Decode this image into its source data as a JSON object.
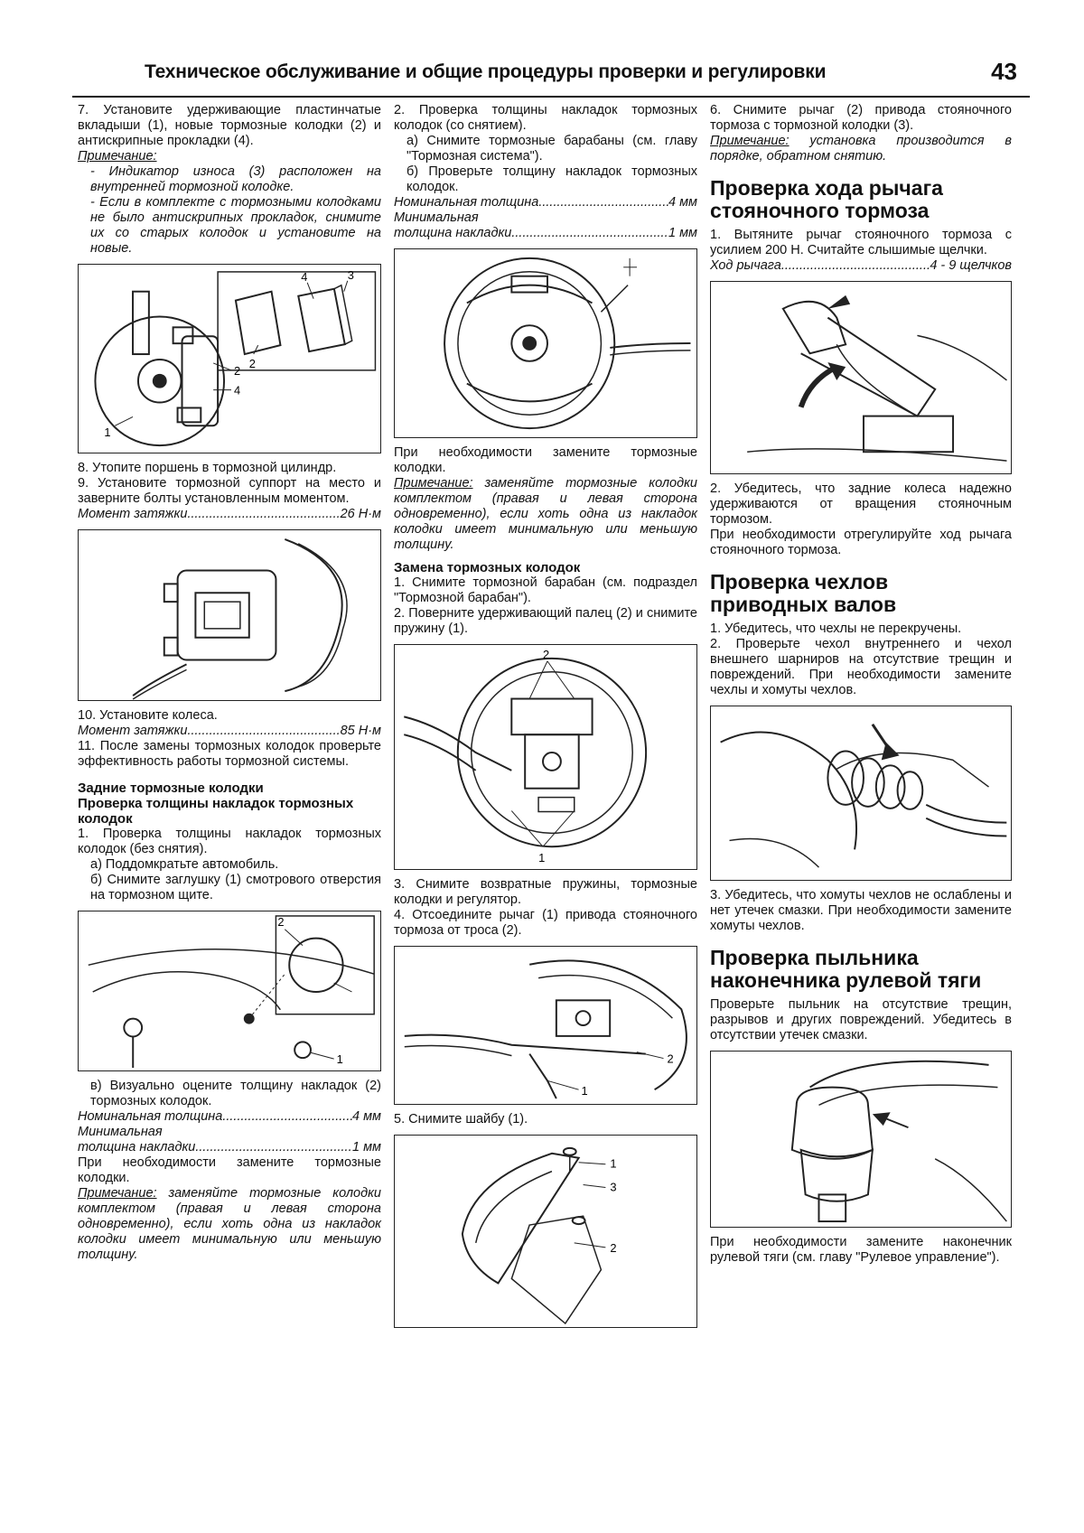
{
  "header": {
    "title": "Техническое обслуживание и общие процедуры проверки и регулировки",
    "page_number": "43"
  },
  "col1": {
    "p7": "7. Установите удерживающие пластинчатые вкладыши (1), новые тормозные колодки (2) и антискрипные прокладки (4).",
    "note_label": "Примечание:",
    "note_1": "- Индикатор износа (3) расположен на внутренней тормозной колодке.",
    "note_2": "- Если в комплекте с тормозными колодками не было антискрипных прокладок, снимите их со старых колодок и установите на новые.",
    "fig1_labels": [
      "4",
      "3",
      "2",
      "2",
      "4",
      "1"
    ],
    "p8": "8. Утопите поршень в тормозной цилиндр.",
    "p9": "9. Установите тормозной суппорт на место и заверните болты установленным моментом.",
    "spec1_label": "Момент затяжки",
    "spec1_value": "26 Н·м",
    "p10": "10. Установите колеса.",
    "spec2_label": "Момент затяжки",
    "spec2_value": "85 Н·м",
    "p11": "11. После замены тормозных колодок проверьте эффективность работы тормозной системы.",
    "h_rear": "Задние тормозные колодки",
    "h_check": "Проверка толщины накладок тормозных колодок",
    "p_check1": "1. Проверка толщины накладок тормозных колодок (без снятия).",
    "p_check1a": "а) Поддомкратьте автомобиль.",
    "p_check1b": "б) Снимите заглушку (1) смотрового отверстия на тормозном щите.",
    "fig3_labels": [
      "2",
      "1"
    ],
    "p_check1c": "в) Визуально оцените толщину накладок (2) тормозных колодок.",
    "spec3_label": "Номинальная толщина",
    "spec3_value": "4 мм",
    "spec4_label_a": "Минимальная",
    "spec4_label_b": "толщина накладки",
    "spec4_value": "1 мм",
    "p_replace": "При необходимости замените тормозные колодки.",
    "note2_label": "Примечание:",
    "note2_text": "заменяйте тормозные колодки комплектом (правая и левая сторона одновременно), если хоть одна из накладок колодки имеет минимальную или меньшую толщину."
  },
  "col2": {
    "p2": "2. Проверка толщины накладок тормозных колодок (со снятием).",
    "p2a": "а) Снимите тормозные барабаны (см. главу \"Тормозная система\").",
    "p2b": "б) Проверьте толщину накладок тормозных колодок.",
    "spec1_label": "Номинальная толщина",
    "spec1_value": "4 мм",
    "spec2_label_a": "Минимальная",
    "spec2_label_b": "толщина накладки",
    "spec2_value": "1 мм",
    "p_replace": "При необходимости замените тормозные колодки.",
    "note_label": "Примечание:",
    "note_text": "заменяйте тормозные колодки комплектом (правая и левая сторона одновременно), если хоть одна из накладок колодки имеет минимальную или меньшую толщину.",
    "h_replace": "Замена тормозных колодок",
    "r1": "1. Снимите тормозной барабан (см. подраздел \"Тормозной барабан\").",
    "r2": "2. Поверните удерживающий палец (2) и снимите пружину (1).",
    "fig2_labels": [
      "2",
      "1"
    ],
    "r3": "3. Снимите возвратные пружины, тормозные колодки и регулятор.",
    "r4": "4. Отсоедините рычаг (1) привода стояночного тормоза от троса (2).",
    "fig3_labels": [
      "2",
      "1"
    ],
    "r5": "5. Снимите шайбу (1).",
    "fig4_labels": [
      "1",
      "3",
      "2"
    ]
  },
  "col3": {
    "p6": "6. Снимите рычаг (2) привода стояночного тормоза с тормозной колодки (3).",
    "note_label": "Примечание:",
    "note_text": "установка производится в порядке, обратном снятию.",
    "h_lever": "Проверка хода рычага стояночного тормоза",
    "l1": "1. Вытяните рычаг стояночного тормоза с усилием 200 Н. Считайте слышимые щелчки.",
    "spec_label": "Ход рычага",
    "spec_value": "4 - 9 щелчков",
    "l2": "2. Убедитесь, что задние колеса надежно удерживаются от вращения стояночным тормозом.",
    "l3": "При необходимости отрегулируйте ход рычага стояночного тормоза.",
    "h_boots": "Проверка чехлов приводных валов",
    "b1": "1. Убедитесь, что чехлы не перекручены.",
    "b2": "2. Проверьте чехол внутреннего и чехол внешнего шарниров на отсутствие трещин и повреждений. При необходимости замените чехлы и хомуты чехлов.",
    "b3": "3. Убедитесь, что хомуты чехлов не ослаблены и нет утечек смазки. При необходимости замените хомуты чехлов.",
    "h_dust": "Проверка пыльника наконечника рулевой тяги",
    "d1": "Проверьте пыльник на отсутствие трещин, разрывов и других повреждений. Убедитесь в отсутствии утечек смазки.",
    "d2": "При необходимости замените наконечник рулевой тяги (см. главу \"Рулевое управление\")."
  }
}
